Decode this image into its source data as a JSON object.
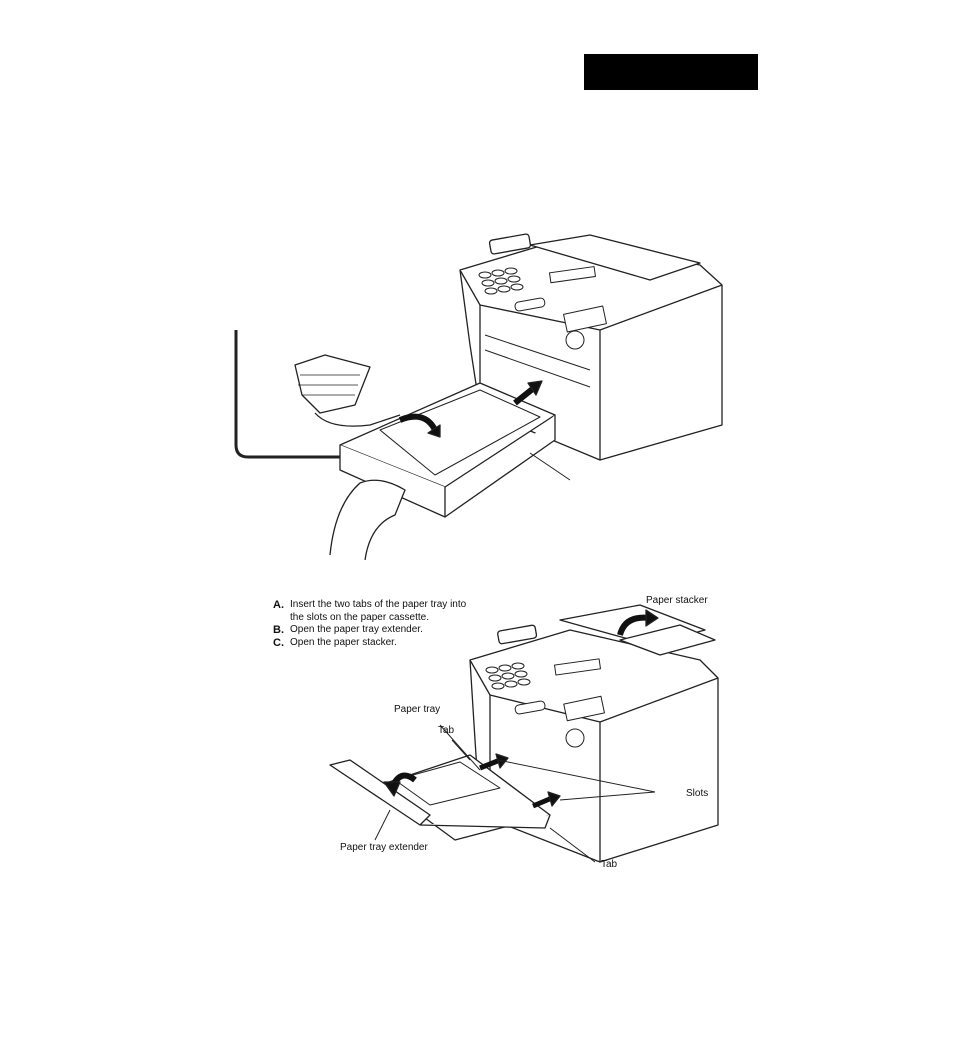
{
  "instructions": [
    {
      "letter": "A.",
      "text": "Insert the two tabs of the paper tray into the slots on the paper cassette."
    },
    {
      "letter": "B.",
      "text": "Open the paper tray extender."
    },
    {
      "letter": "C.",
      "text": "Open the paper stacker."
    }
  ],
  "labels": {
    "paper_stacker": "Paper stacker",
    "paper_tray": "Paper tray",
    "tab_top": "Tab",
    "slots": "Slots",
    "paper_tray_extender": "Paper tray extender",
    "tab_bottom": "Tab"
  }
}
